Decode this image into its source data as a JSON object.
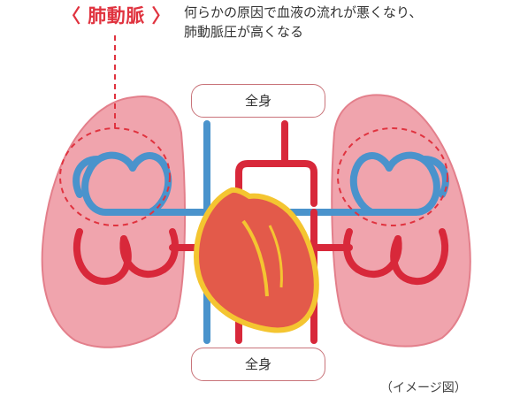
{
  "header": {
    "title_label": "〈 肺動脈 〉",
    "description_lines": [
      "何らかの原因で血液の流れが悪くなり、",
      "肺動脈圧が高くなる"
    ]
  },
  "boxes": {
    "top_label": "全身",
    "bottom_label": "全身"
  },
  "caption": "（イメージ図）",
  "colors": {
    "accent_red": "#e0333f",
    "artery_blue": "#4a93cc",
    "vein_red": "#d8283a",
    "lung_pink": "#ec8a96",
    "heart_red": "#e35a4a",
    "heart_outline_yellow": "#f4c531"
  },
  "icons": [
    "lung-left-icon",
    "lung-right-icon",
    "heart-icon"
  ]
}
